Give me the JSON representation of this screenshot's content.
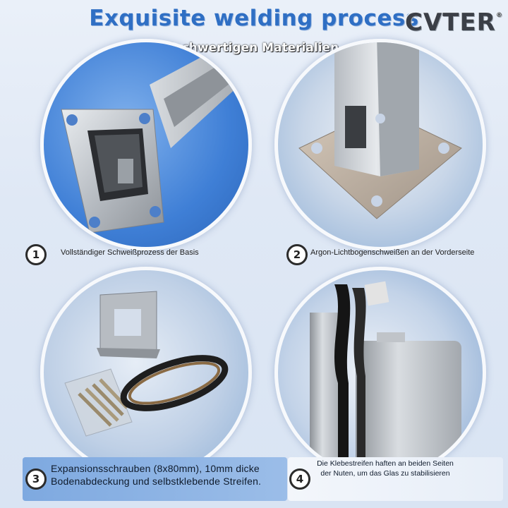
{
  "header": {
    "title": "Exquisite welding process",
    "subtitle": "Hochwertigen Materialien",
    "logo": "CVTER",
    "logo_mark": "®"
  },
  "panels": [
    {
      "number": "1",
      "caption": "Vollständiger Schweißprozess der Basis"
    },
    {
      "number": "2",
      "caption": "Argon-Lichtbogenschweißen an der Vorderseite"
    },
    {
      "number": "3",
      "caption": "Expansionsschrauben (8x80mm), 10mm dicke Bodenabdeckung und selbstklebende Streifen."
    },
    {
      "number": "4",
      "caption": "Die Klebestreifen haften an beiden Seiten der Nuten, um das Glas zu stabilisieren"
    }
  ],
  "colors": {
    "title": "#2f6fc4",
    "accent_blue": "#3f7fd6",
    "caption_box_3": "#8cb3e4"
  }
}
